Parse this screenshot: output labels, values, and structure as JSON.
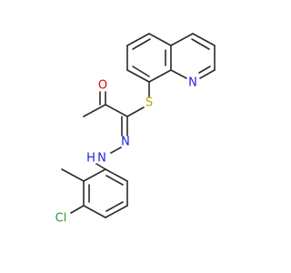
{
  "molecule": {
    "atoms": [
      {
        "id": "N_ring",
        "label": "N",
        "color": "#1f1fe0"
      },
      {
        "id": "S",
        "label": "S",
        "color": "#b8a800"
      },
      {
        "id": "O",
        "label": "O",
        "color": "#e00000"
      },
      {
        "id": "N_a",
        "label": "N",
        "color": "#1f1fe0"
      },
      {
        "id": "NH",
        "label": "N",
        "color": "#1f1fe0"
      },
      {
        "id": "H",
        "label": "H",
        "color": "#1f1fe0"
      },
      {
        "id": "Cl",
        "label": "Cl",
        "color": "#2e9a2e"
      }
    ]
  }
}
